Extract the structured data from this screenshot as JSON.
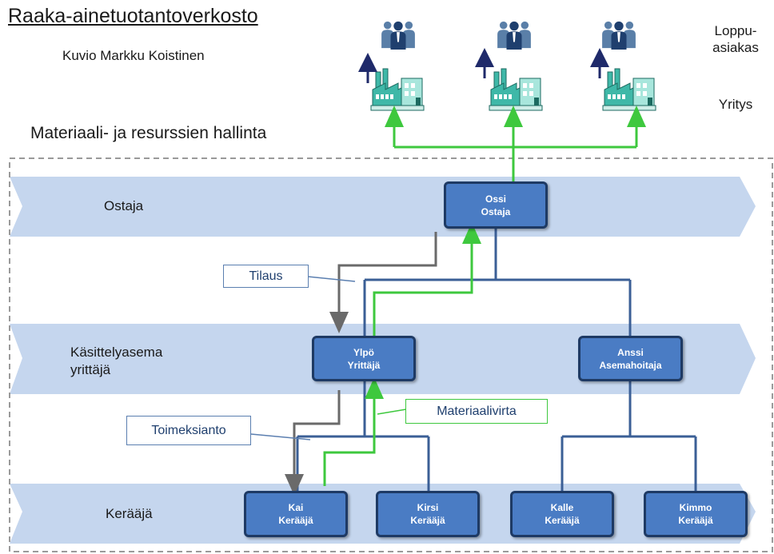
{
  "header": {
    "title": "Raaka-ainetuotantoverkosto",
    "credit": "Kuvio Markku Koistinen",
    "subtitle": "Materiaali- ja resurssien hallinta"
  },
  "legend": {
    "end_customer": "Loppu-\nasiakas",
    "company": "Yritys"
  },
  "bands": {
    "buyer": "Ostaja",
    "station": "Käsittelyasema\nyrittäjä",
    "collector": "Kerääjä"
  },
  "nodes": {
    "ossi": {
      "name": "Ossi",
      "role": "Ostaja"
    },
    "ylpo": {
      "name": "Ylpö",
      "role": "Yrittäjä"
    },
    "anssi": {
      "name": "Anssi",
      "role": "Asemahoitaja"
    },
    "kai": {
      "name": "Kai",
      "role": "Kerääjä"
    },
    "kirsi": {
      "name": "Kirsi",
      "role": "Kerääjä"
    },
    "kalle": {
      "name": "Kalle",
      "role": "Kerääjä"
    },
    "kimmo": {
      "name": "Kimmo",
      "role": "Kerääjä"
    }
  },
  "callouts": {
    "order": "Tilaus",
    "assignment": "Toimeksianto",
    "material_flow": "Materiaalivirta"
  },
  "colors": {
    "band": "#c5d6ee",
    "node_fill": "#4a7cc4",
    "node_border": "#1e3a64",
    "tree_line": "#3b5f96",
    "material_flow": "#3ec83e",
    "order_flow": "#6a6a6a",
    "callout_border": "#5b7fb0",
    "up_arrow": "#1f2a6a",
    "person": "#1f3f6e",
    "factory": "#3fb8a8"
  },
  "icons": [
    "person-group-icon",
    "factory-icon",
    "up-arrow-icon"
  ]
}
